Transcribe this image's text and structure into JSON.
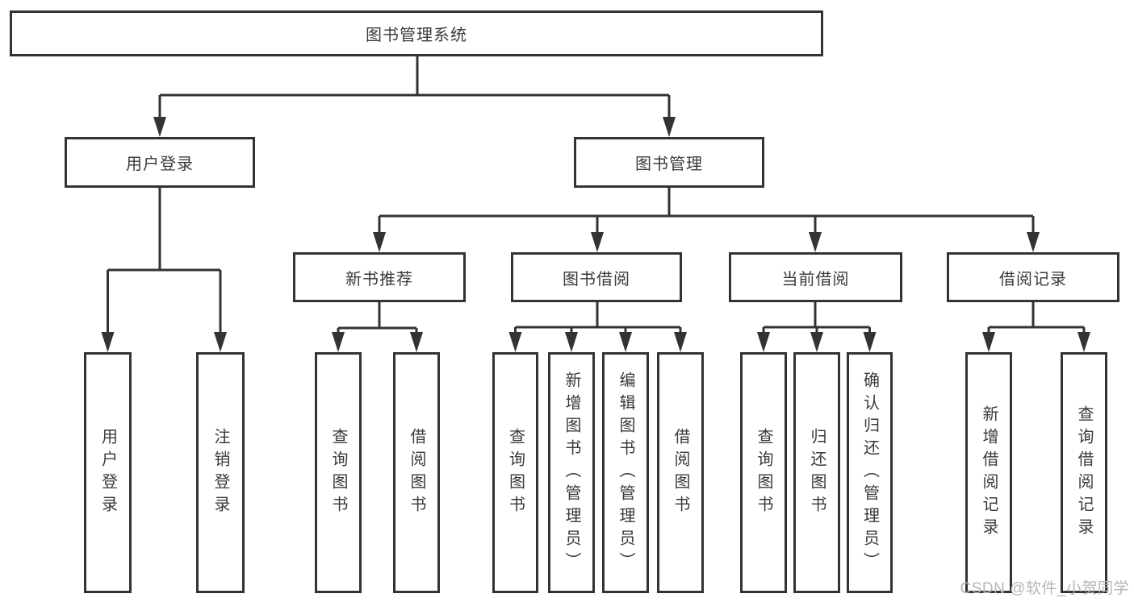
{
  "diagram": {
    "root": "图书管理系统",
    "level2": [
      "用户登录",
      "图书管理"
    ],
    "level3": [
      "新书推荐",
      "图书借阅",
      "当前借阅",
      "借阅记录"
    ],
    "user_login_children": [
      "用户登录",
      "注销登录"
    ],
    "new_book_children": [
      "查询图书",
      "借阅图书"
    ],
    "book_borrow_children": [
      "查询图书",
      "新增图书（管理员）",
      "编辑图书（管理员）",
      "借阅图书"
    ],
    "current_borrow_children": [
      "查询图书",
      "归还图书",
      "确认归还（管理员）"
    ],
    "borrow_records_children": [
      "新增借阅记录",
      "查询借阅记录"
    ]
  },
  "watermark": "CSDN @软件_小贺同学",
  "colors": {
    "line": "#333333",
    "box_background": "#ffffff",
    "text": "#3a3a3a",
    "watermark": "#b5b5b5"
  }
}
